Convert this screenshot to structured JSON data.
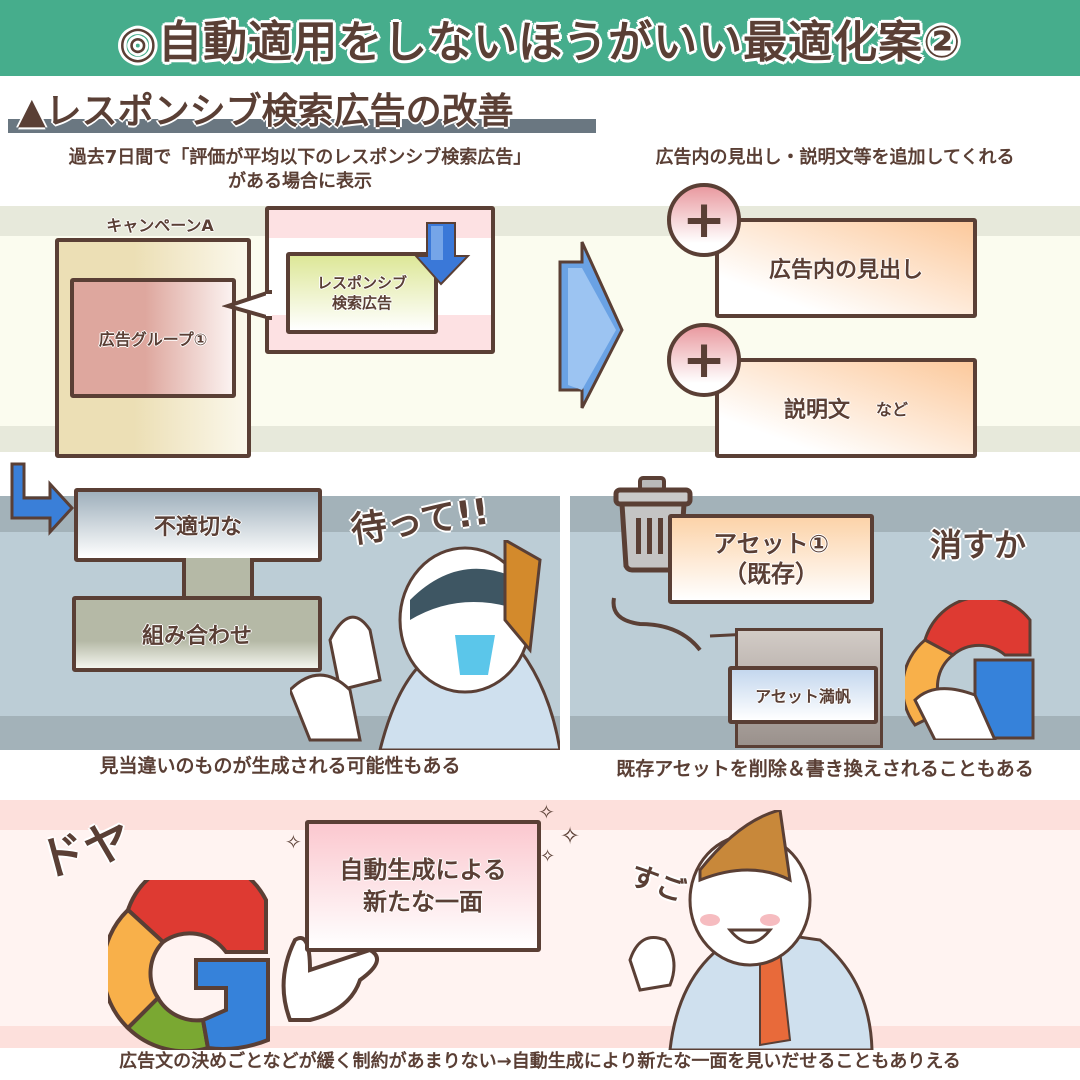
{
  "header": {
    "title": "◎自動適用をしないほうがいい最適化案②",
    "section_title": "▲レスポンシブ検索広告の改善"
  },
  "panel_top": {
    "left_caption_line1": "過去7日間で「評価が平均以下のレスポンシブ検索広告」",
    "left_caption_line2": "がある場合に表示",
    "right_caption": "広告内の見出し・説明文等を追加してくれる",
    "campaign_label": "キャンペーンA",
    "ad_group_label": "広告グループ①",
    "responsive_ad_line1": "レスポンシブ",
    "responsive_ad_line2": "検索広告",
    "add_items": [
      {
        "icon": "plus-icon",
        "label": "広告内の見出し",
        "suffix": ""
      },
      {
        "icon": "plus-icon",
        "label": "説明文",
        "suffix": "など"
      }
    ]
  },
  "panel_mid_left": {
    "box_top": "不適切な",
    "box_bottom": "組み合わせ",
    "exclamation": "待って!!",
    "caption": "見当違いのものが生成される可能性もある"
  },
  "panel_mid_right": {
    "asset_line1": "アセット①",
    "asset_line2": "（既存）",
    "laptop_label": "アセット満帆",
    "exclamation": "消すか",
    "caption": "既存アセットを削除＆書き換えされることもある"
  },
  "panel_bottom": {
    "sfx_left": "ドヤ",
    "sfx_right": "すご",
    "board_line1": "自動生成による",
    "board_line2": "新たな一面",
    "caption": "広告文の決めごとなどが緩く制約があまりない→自動生成により新たな一面を見いだせることもありえる"
  },
  "colors": {
    "title_bg": "#46ad8c",
    "text_brown": "#5a3f35",
    "underline_gray": "#6a7781",
    "google_red": "#de3a32",
    "google_yellow": "#f8b04a",
    "google_green": "#7aa832",
    "google_blue": "#3682da"
  }
}
